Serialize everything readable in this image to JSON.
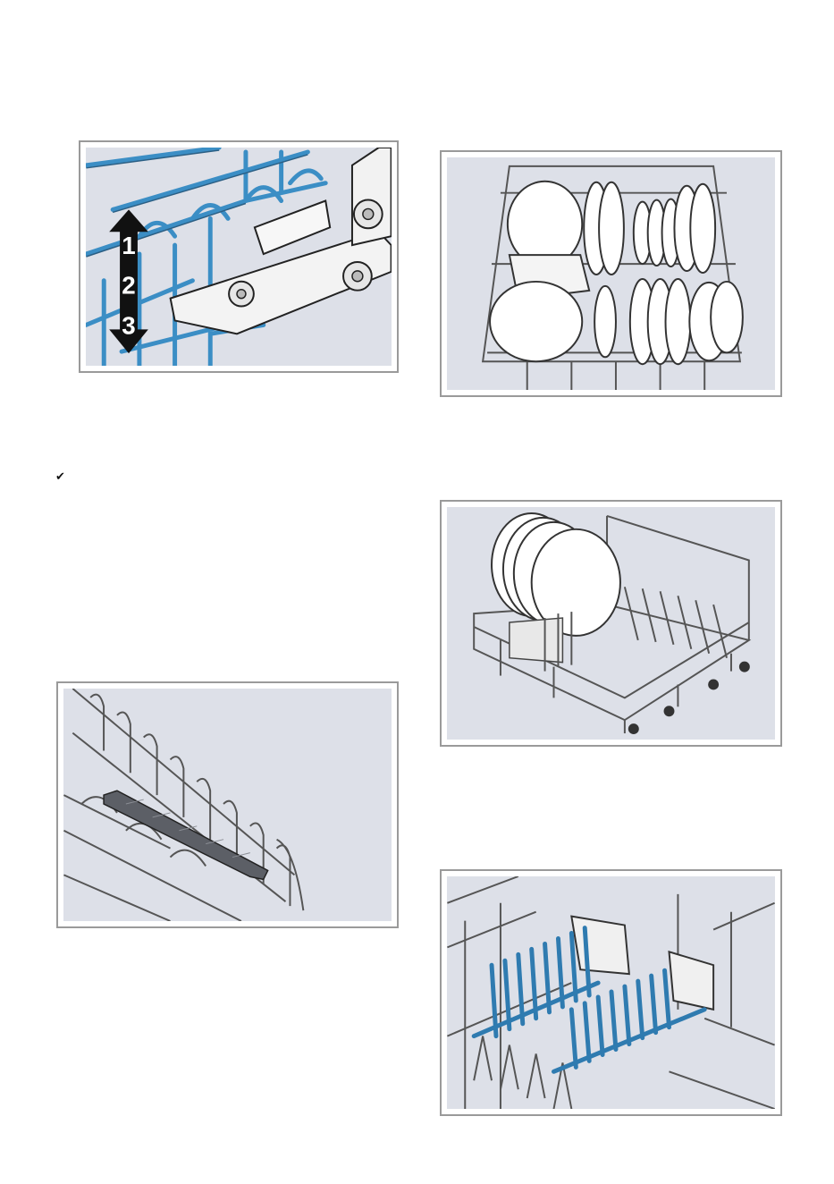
{
  "figures": {
    "rack_height": {
      "steps": [
        "1",
        "2",
        "3"
      ],
      "icon": "double-arrow-icon"
    },
    "upper_rack_loaded": {
      "icon": "dish-rack-illustration"
    },
    "folding_tines": {
      "icon": "tine-clip-illustration"
    },
    "lower_rack_plates": {
      "icon": "lower-rack-illustration"
    },
    "plate_rack_inserts": {
      "icon": "plate-insert-illustration"
    }
  },
  "bullet": {
    "icon": "checkmark-icon",
    "glyph": "✔"
  }
}
